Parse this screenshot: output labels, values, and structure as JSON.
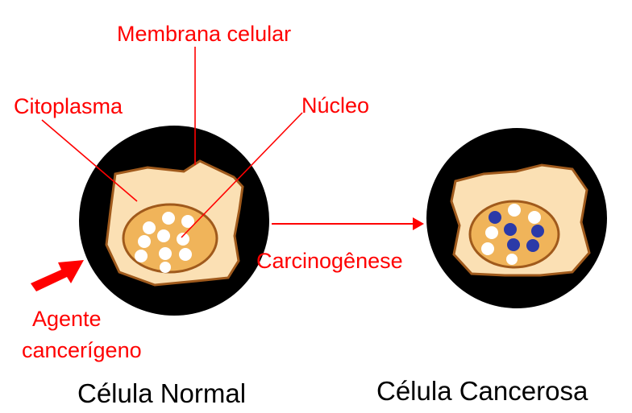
{
  "labels": {
    "membrane": "Membrana celular",
    "cytoplasm": "Citoplasma",
    "nucleus": "Núcleo",
    "agent_line1": "Agente",
    "agent_line2": "cancerígeno",
    "process": "Carcinogênese"
  },
  "captions": {
    "normal": "Célula Normal",
    "cancer": "Célula Cancerosa"
  },
  "colors": {
    "label_red": "#ff0000",
    "outer_black": "#000000",
    "cytoplasm": "#fbe0b4",
    "membrane_outline": "#a05a1c",
    "nucleus_fill": "#f0b45a",
    "chromatin_white": "#ffffff",
    "chromatin_blue": "#2b3aa8"
  }
}
